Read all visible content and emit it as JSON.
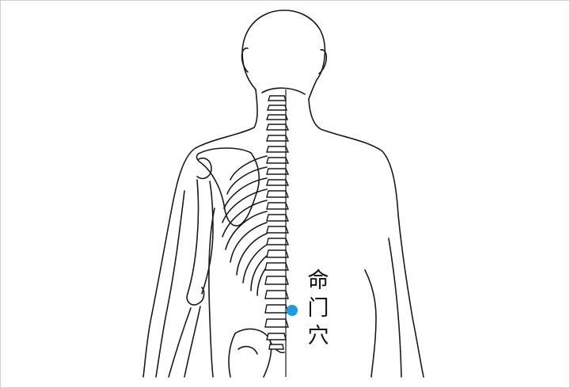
{
  "acupoint": {
    "label_chars": [
      "命",
      "门",
      "穴"
    ],
    "marker_color": "#1a9de0"
  },
  "figure": {
    "line_color": "#1a1a1a"
  }
}
